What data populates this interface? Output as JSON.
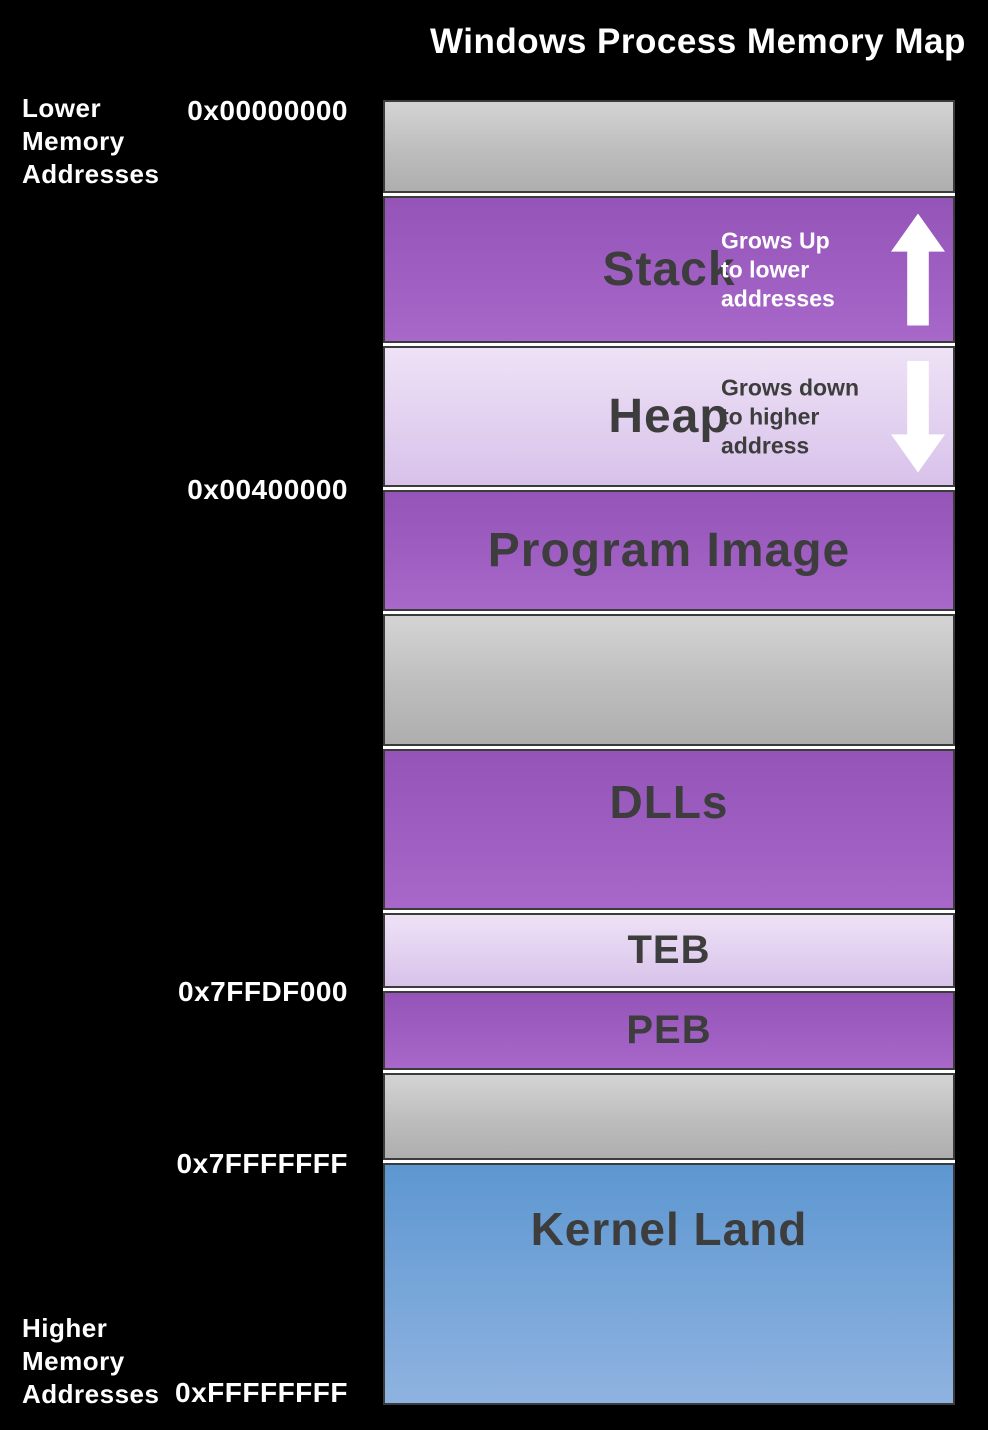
{
  "title": "Windows Process Memory Map",
  "axis": {
    "lower_label_lines": [
      "Lower",
      "Memory",
      "Addresses"
    ],
    "higher_label_lines": [
      "Higher",
      "Memory",
      "Addresses"
    ]
  },
  "addresses": {
    "top": "0x00000000",
    "program_image": "0x00400000",
    "peb": "0x7FFDF000",
    "kernel_boundary": "0x7FFFFFFF",
    "bottom": "0xFFFFFFFF"
  },
  "blocks": [
    {
      "label": "",
      "type": "reserved"
    },
    {
      "label": "Stack",
      "type": "purple",
      "annotation_lines": [
        "Grows Up",
        "to lower",
        "addresses"
      ],
      "arrow": "up"
    },
    {
      "label": "Heap",
      "type": "lavender",
      "annotation_lines": [
        "Grows down",
        "to higher",
        "address"
      ],
      "arrow": "down"
    },
    {
      "label": "Program Image",
      "type": "purple"
    },
    {
      "label": "",
      "type": "reserved"
    },
    {
      "label": "DLLs",
      "type": "purple"
    },
    {
      "label": "TEB",
      "type": "lavender"
    },
    {
      "label": "PEB",
      "type": "purple"
    },
    {
      "label": "",
      "type": "reserved"
    },
    {
      "label": "Kernel Land",
      "type": "blue"
    }
  ],
  "colors": {
    "background": "#000000",
    "purple": "#9b59b6",
    "lavender": "#e4d3f1",
    "gray": "#bfbfbf",
    "blue": "#6d9ed9",
    "box_text": "#3d3d3d",
    "annotation_on_purple": "#ffffff",
    "arrow": "#ffffff"
  }
}
